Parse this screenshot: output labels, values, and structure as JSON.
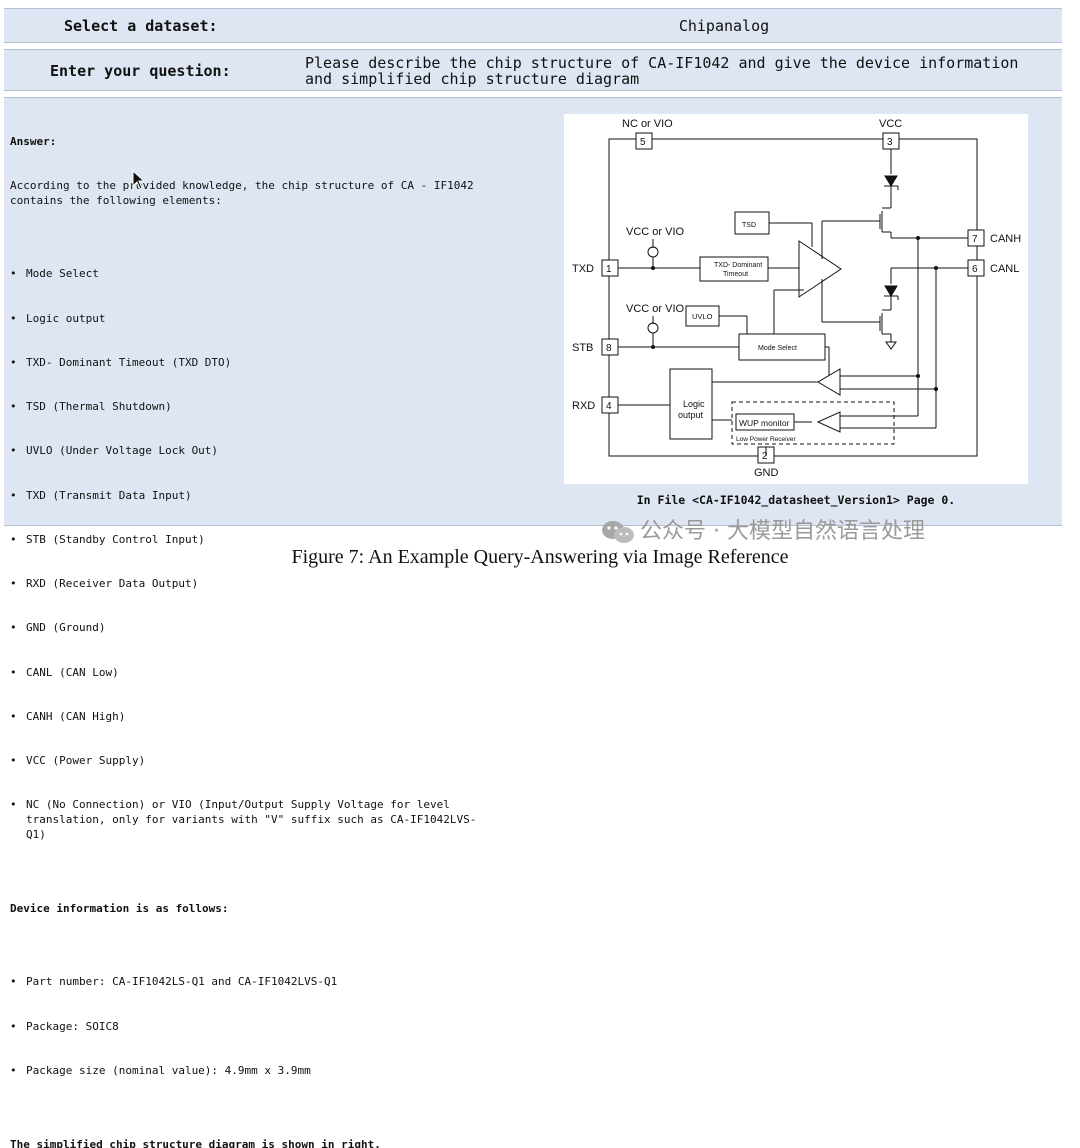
{
  "dataset": {
    "label": "Select a dataset:",
    "value": "Chipanalog"
  },
  "question": {
    "label": "Enter your question:",
    "value": "Please describe the chip structure of CA-IF1042 and give the device information and simplified chip structure diagram"
  },
  "answer": {
    "heading": "Answer:",
    "intro": "According to the provided knowledge, the chip structure of CA - IF1042 contains the following elements:",
    "elements": [
      "Mode Select",
      "Logic output",
      "TXD- Dominant Timeout (TXD DTO)",
      "TSD (Thermal Shutdown)",
      "UVLO (Under Voltage Lock Out)",
      "TXD (Transmit Data Input)",
      "STB (Standby Control Input)",
      "RXD (Receiver Data Output)",
      "GND (Ground)",
      "CANL (CAN Low)",
      "CANH (CAN High)",
      "VCC (Power Supply)",
      "NC (No Connection) or VIO (Input/Output Supply Voltage for level translation, only for variants with \"V\" suffix such as CA-IF1042LVS-Q1)"
    ],
    "device_heading": "Device information is as follows:",
    "device_info": [
      "Part number: CA-IF1042LS-Q1 and CA-IF1042LVS-Q1",
      "Package: SOIC8",
      "Package size (nominal value): 4.9mm x 3.9mm"
    ],
    "closing": "The simplified chip structure diagram is shown in right."
  },
  "diagram": {
    "pins": {
      "nc_vio": "NC or VIO",
      "vcc": "VCC",
      "txd": "TXD",
      "stb": "STB",
      "rxd": "RXD",
      "gnd": "GND",
      "canh": "CANH",
      "canl": "CANL"
    },
    "pin_numbers": {
      "p1": "1",
      "p2": "2",
      "p3": "3",
      "p4": "4",
      "p5": "5",
      "p6": "6",
      "p7": "7",
      "p8": "8"
    },
    "blocks": {
      "tsd": "TSD",
      "txd_dto_1": "TXD- Dominant",
      "txd_dto_2": "Timeout",
      "uvlo": "UVLO",
      "mode_select": "Mode Select",
      "logic_1": "Logic",
      "logic_2": "output",
      "wup": "WUP monitor",
      "low_power": "Low Power Receiver"
    },
    "supply_labels": {
      "vcc_vio_1": "VCC or VIO",
      "vcc_vio_2": "VCC or VIO"
    }
  },
  "file_caption": "In File <CA-IF1042_datasheet_Version1> Page 0.",
  "watermark": "公众号 · 大模型自然语言处理",
  "figure_caption": "Figure 7: An Example Query-Answering via Image Reference"
}
